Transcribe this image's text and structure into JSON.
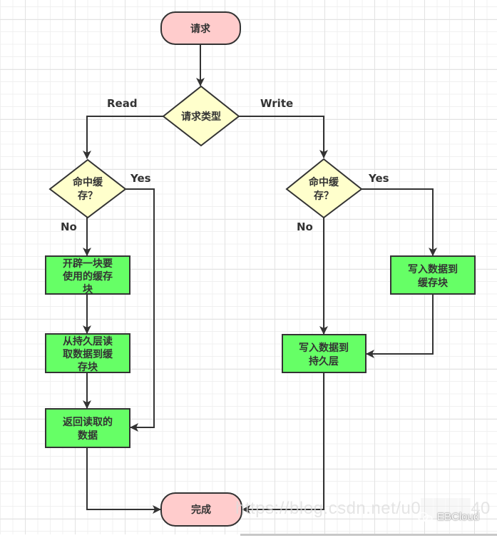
{
  "diagram": {
    "nodes": {
      "start": {
        "label": "请求",
        "shape": "terminator"
      },
      "request_type": {
        "label": "请求类型",
        "shape": "decision"
      },
      "read_hit": {
        "lines": [
          "命中缓",
          "存？"
        ],
        "shape": "decision"
      },
      "write_hit": {
        "lines": [
          "命中缓",
          "存？"
        ],
        "shape": "decision"
      },
      "alloc_block": {
        "lines": [
          "开辟一块要",
          "使用的缓存",
          "块"
        ],
        "shape": "process"
      },
      "load_from_persist": {
        "lines": [
          "从持久层读",
          "取数据到缓",
          "存块"
        ],
        "shape": "process"
      },
      "return_data": {
        "lines": [
          "返回读取的",
          "数据"
        ],
        "shape": "process"
      },
      "write_cache": {
        "lines": [
          "写入数据到",
          "缓存块"
        ],
        "shape": "process"
      },
      "write_persist": {
        "lines": [
          "写入数据到",
          "持久层"
        ],
        "shape": "process"
      },
      "end": {
        "label": "完成",
        "shape": "terminator"
      }
    },
    "edge_labels": {
      "read": "Read",
      "write": "Write",
      "read_yes": "Yes",
      "read_no": "No",
      "write_yes": "Yes",
      "write_no": "No"
    },
    "colors": {
      "terminator_fill": "#ffcccc",
      "decision_fill": "#ffffcc",
      "process_fill": "#66ff66",
      "stroke": "#333333"
    }
  },
  "watermark": {
    "url_text": "https://blog.csdn.net/u0",
    "url_tail": "40",
    "brand": "EBCloud"
  }
}
